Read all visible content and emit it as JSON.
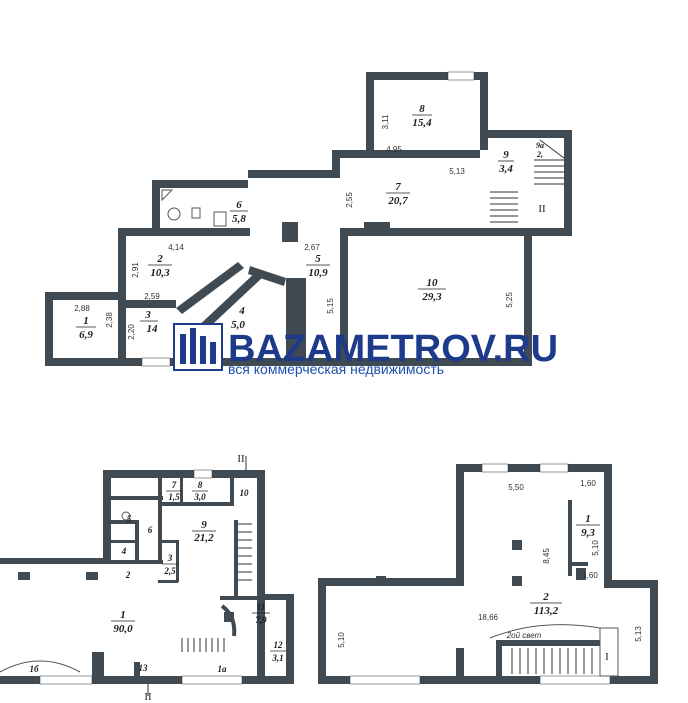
{
  "watermark": {
    "brand": "BAZAMETROV.RU",
    "tagline": "вся коммерческая недвижимость"
  },
  "plan_top": {
    "rooms": [
      {
        "num": "8",
        "area": "15,4"
      },
      {
        "num": "9",
        "area": "3,4"
      },
      {
        "num": "9а",
        "area": "2,"
      },
      {
        "num": "7",
        "area": "20,7"
      },
      {
        "num": "6",
        "area": "5,8"
      },
      {
        "num": "2",
        "area": "10,3"
      },
      {
        "num": "5",
        "area": "10,9"
      },
      {
        "num": "10",
        "area": "29,3"
      },
      {
        "num": "1",
        "area": "6,9"
      },
      {
        "num": "3",
        "area": "14"
      },
      {
        "num": "4",
        "area": "5,0"
      }
    ],
    "dims": [
      "3,11",
      "4,95",
      "5,13",
      "2,55",
      "4,14",
      "2,91",
      "2,67",
      "2,59",
      "5,15",
      "5,25",
      "2,88",
      "2,38",
      "2,20"
    ],
    "section": "II"
  },
  "plan_left": {
    "rooms": [
      {
        "num": "7",
        "area": "1,5"
      },
      {
        "num": "8",
        "area": "3,0"
      },
      {
        "num": "10",
        "area": ""
      },
      {
        "num": "9",
        "area": "21,2"
      },
      {
        "num": "5",
        "area": ""
      },
      {
        "num": "6",
        "area": ""
      },
      {
        "num": "4",
        "area": ""
      },
      {
        "num": "3",
        "area": "2,5"
      },
      {
        "num": "2",
        "area": ""
      },
      {
        "num": "1",
        "area": "90,0"
      },
      {
        "num": "11",
        "area": "7,9"
      },
      {
        "num": "12",
        "area": "3,1"
      },
      {
        "num": "13",
        "area": ""
      }
    ],
    "labels": [
      "1б",
      "1а"
    ],
    "section_top": "II",
    "section_bottom": "II"
  },
  "plan_right": {
    "rooms": [
      {
        "num": "1",
        "area": "9,3"
      },
      {
        "num": "2",
        "area": "113,2"
      }
    ],
    "dims": [
      "5,50",
      "1,60",
      "5,10",
      "8,45",
      "1,60",
      "18,66",
      "5,10",
      "5,13"
    ],
    "label_light": "2ой свет",
    "section": "I"
  }
}
